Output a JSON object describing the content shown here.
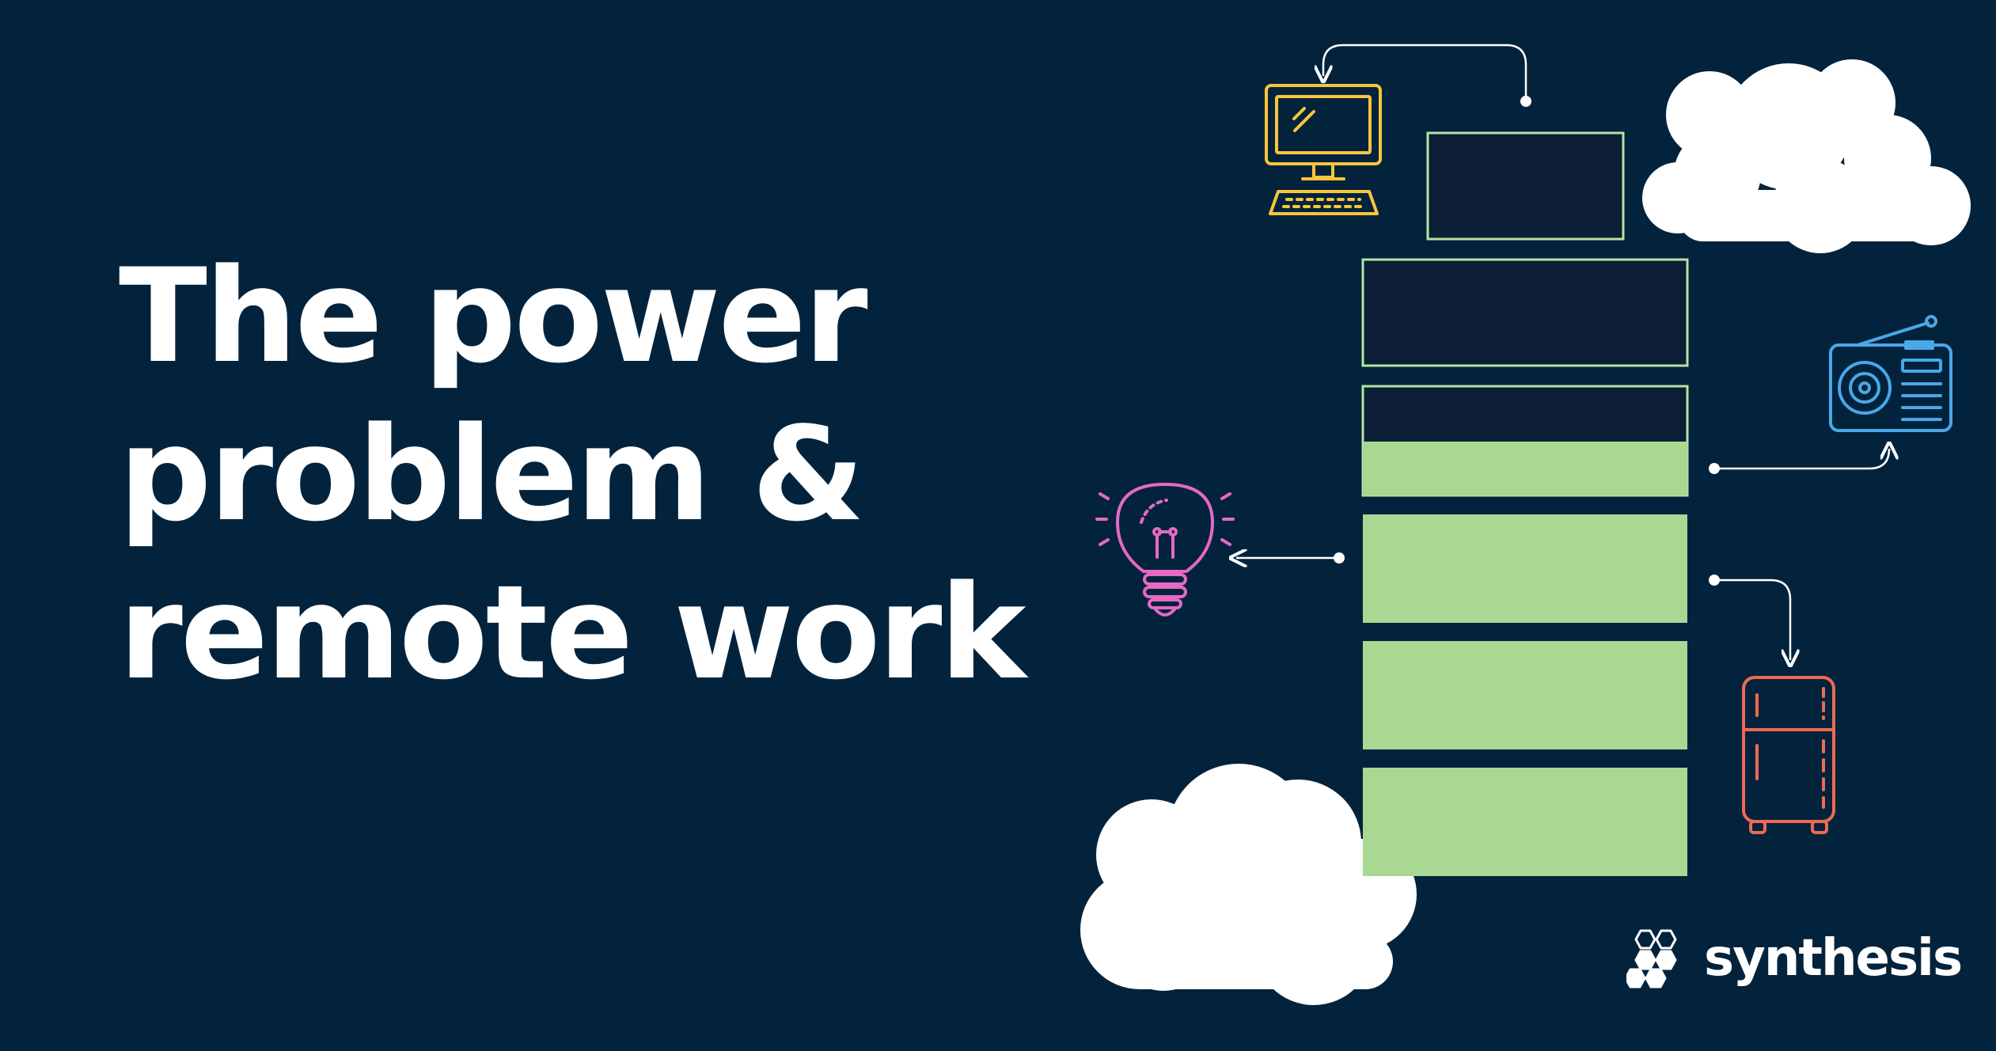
{
  "headline": {
    "line1": "The power",
    "line2": "problem &",
    "line3": "remote work"
  },
  "brand": {
    "name": "synthesis",
    "logo_icon": "hexagon-cluster-icon"
  },
  "battery": {
    "charge_fraction": 0.75,
    "fill_color": "#a8d892",
    "outline_color": "#b6e3a3",
    "empty_color": "#0c1f36"
  },
  "icons": {
    "computer": {
      "name": "desktop-computer-icon",
      "color": "#f9c53a"
    },
    "radio": {
      "name": "radio-icon",
      "color": "#4aa8e6"
    },
    "lightbulb": {
      "name": "lightbulb-icon",
      "color": "#e46ac4"
    },
    "fridge": {
      "name": "refrigerator-icon",
      "color": "#ee6a52"
    }
  },
  "colors": {
    "background": "#03233d",
    "text": "#ffffff",
    "cloud": "#ffffff"
  }
}
